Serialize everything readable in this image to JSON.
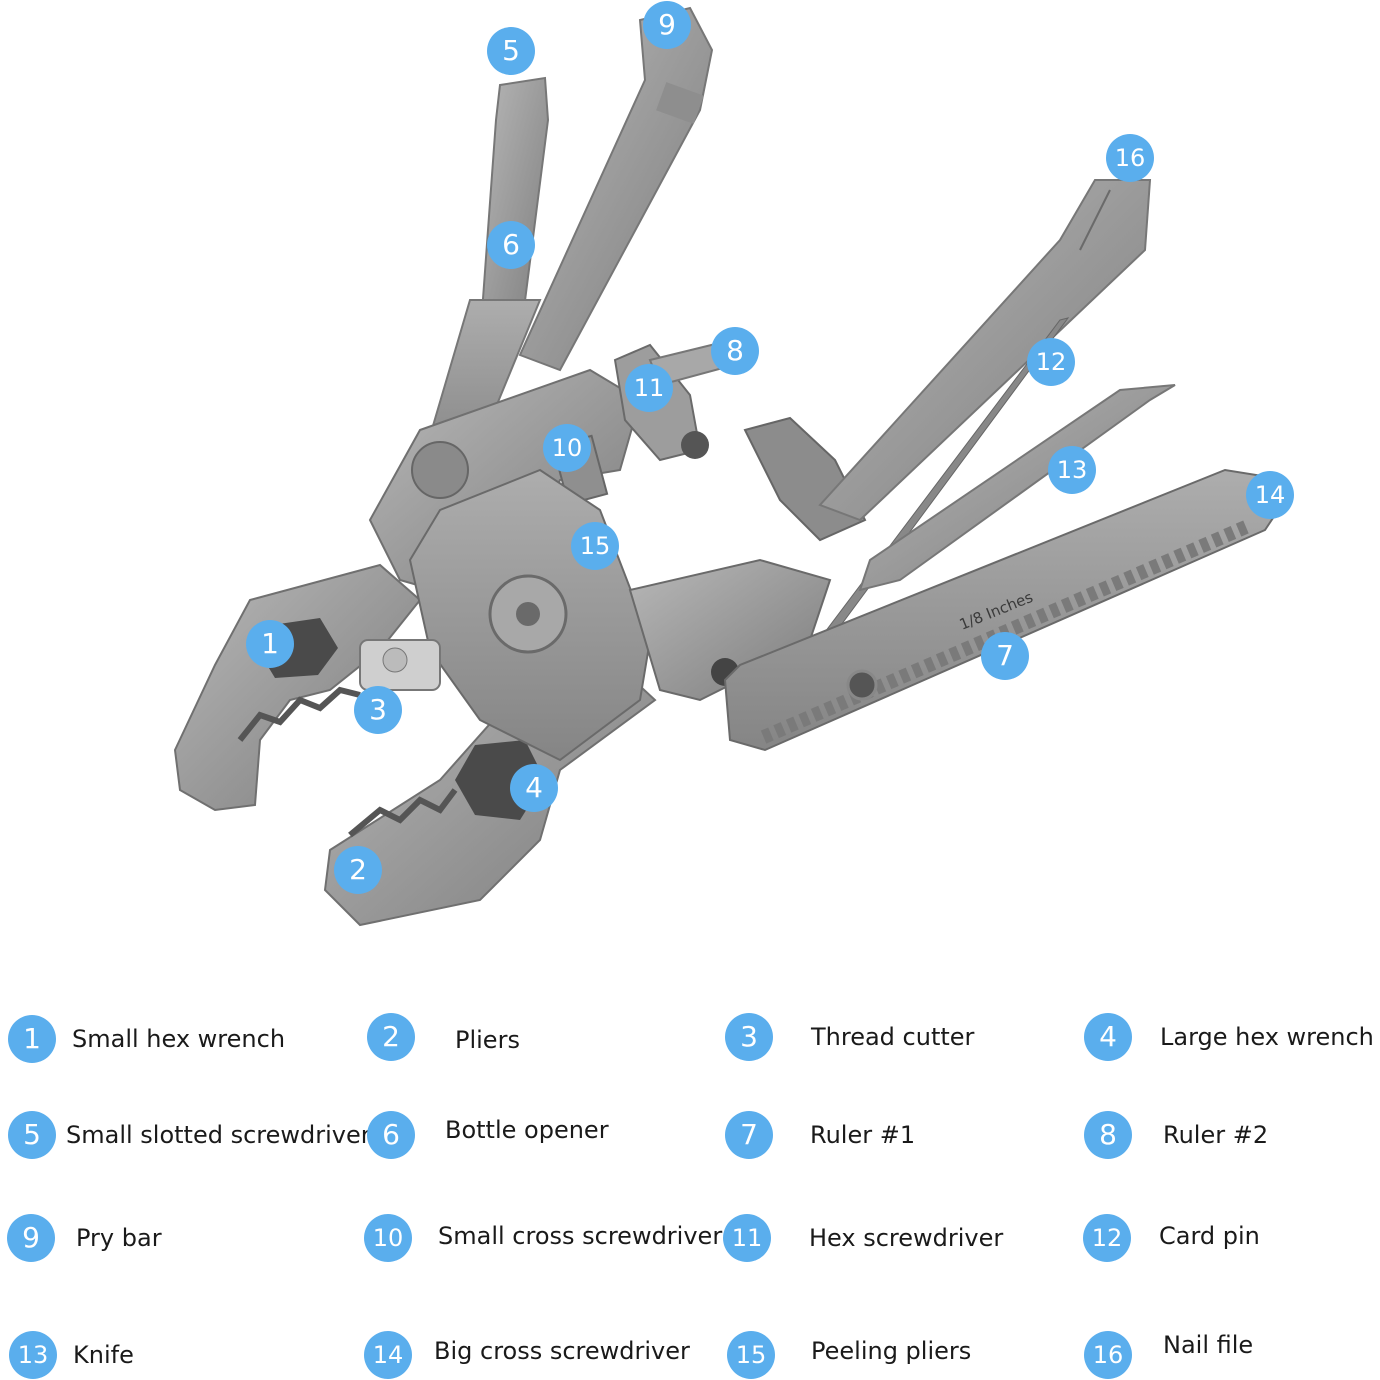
{
  "ruler_marking": "1/8 Inches",
  "callouts": [
    {
      "num": "1"
    },
    {
      "num": "2"
    },
    {
      "num": "3"
    },
    {
      "num": "4"
    },
    {
      "num": "5"
    },
    {
      "num": "6"
    },
    {
      "num": "7"
    },
    {
      "num": "8"
    },
    {
      "num": "9"
    },
    {
      "num": "10"
    },
    {
      "num": "11"
    },
    {
      "num": "12"
    },
    {
      "num": "13"
    },
    {
      "num": "14"
    },
    {
      "num": "15"
    },
    {
      "num": "16"
    }
  ],
  "legend": [
    {
      "num": "1",
      "label": "Small hex wrench"
    },
    {
      "num": "2",
      "label": "Pliers"
    },
    {
      "num": "3",
      "label": "Thread cutter"
    },
    {
      "num": "4",
      "label": "Large hex wrench"
    },
    {
      "num": "5",
      "label": "Small slotted screwdriver"
    },
    {
      "num": "6",
      "label": "Bottle opener"
    },
    {
      "num": "7",
      "label": "Ruler #1"
    },
    {
      "num": "8",
      "label": "Ruler #2"
    },
    {
      "num": "9",
      "label": "Pry bar"
    },
    {
      "num": "10",
      "label": "Small cross screwdriver"
    },
    {
      "num": "11",
      "label": "Hex screwdriver"
    },
    {
      "num": "12",
      "label": "Card pin"
    },
    {
      "num": "13",
      "label": "Knife"
    },
    {
      "num": "14",
      "label": "Big cross screwdriver"
    },
    {
      "num": "15",
      "label": "Peeling pliers"
    },
    {
      "num": "16",
      "label": "Nail file"
    }
  ],
  "colors": {
    "badge": "#5aaeed",
    "steel_light": "#a3a3a3",
    "steel_dark": "#6e6e6e"
  }
}
